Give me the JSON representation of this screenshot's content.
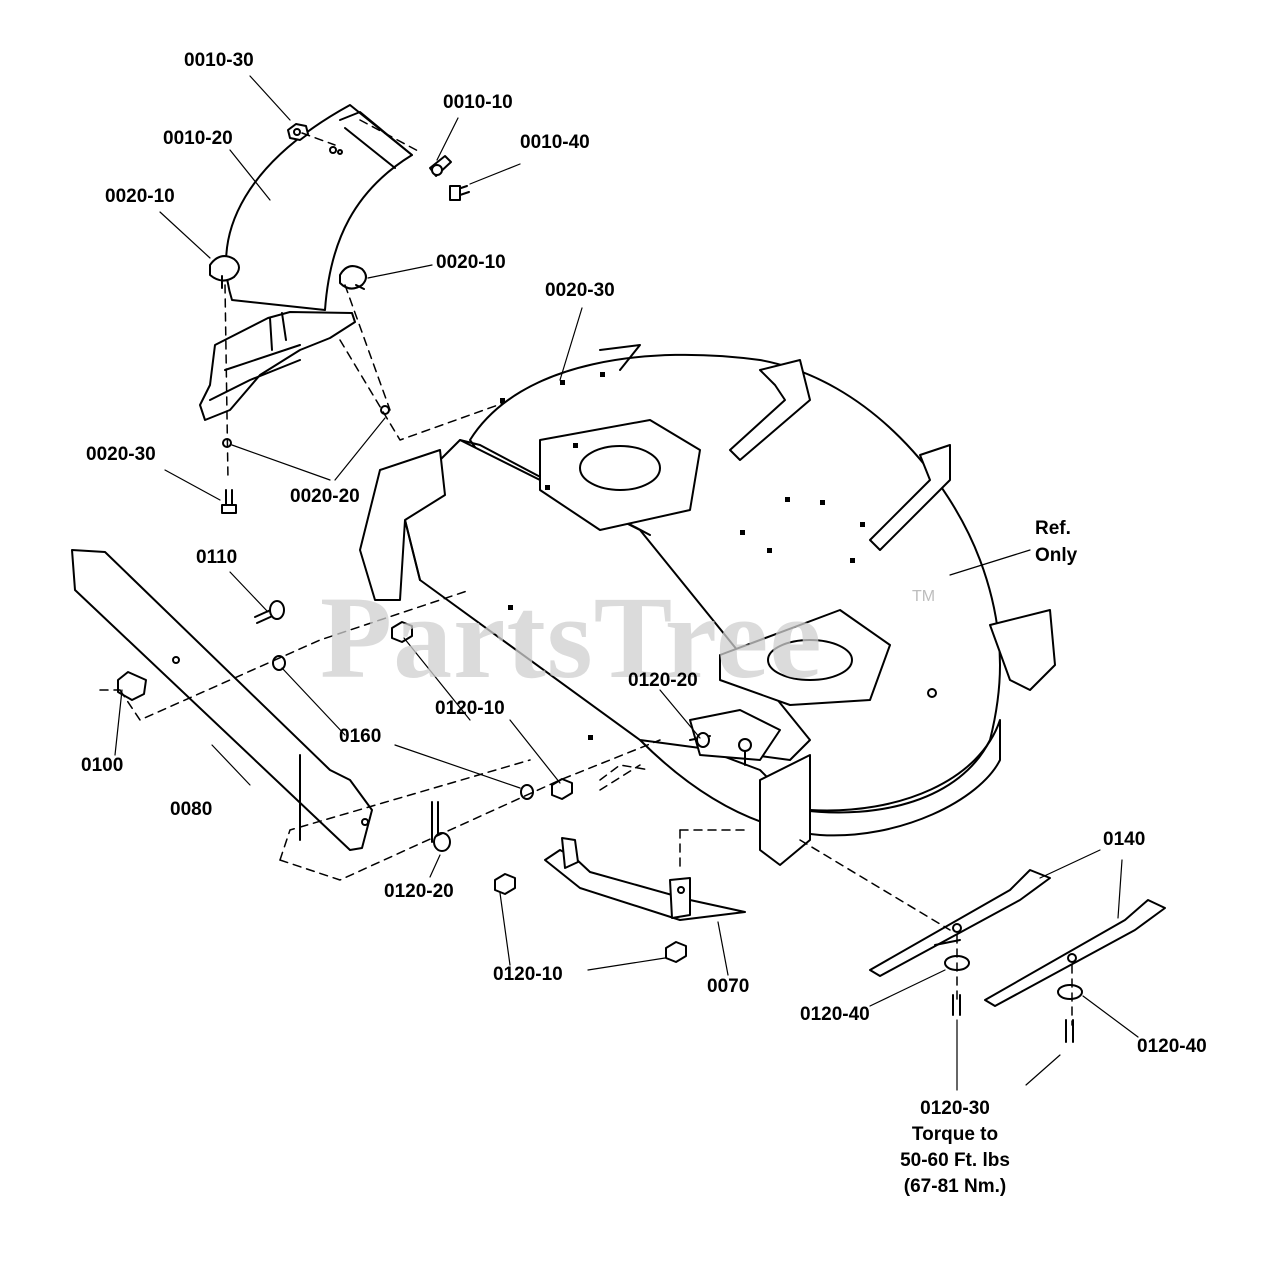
{
  "watermark": {
    "text": "PartsTree",
    "tm": "TM"
  },
  "labels": {
    "l0010_30": "0010-30",
    "l0010_10": "0010-10",
    "l0010_20": "0010-20",
    "l0010_40": "0010-40",
    "l0020_10a": "0020-10",
    "l0020_10b": "0020-10",
    "l0020_30a": "0020-30",
    "l0020_30b": "0020-30",
    "l0020_20": "0020-20",
    "ref_only": [
      "Ref.",
      "Only"
    ],
    "l0110": "0110",
    "l0100": "0100",
    "l0080": "0080",
    "l0160": "0160",
    "l0120_10a": "0120-10",
    "l0120_20a": "0120-20",
    "l0120_20b": "0120-20",
    "l0120_10b": "0120-10",
    "l0070": "0070",
    "l0140": "0140",
    "l0120_40a": "0120-40",
    "l0120_40b": "0120-40",
    "torque_note": [
      "0120-30",
      "Torque to",
      "50-60 Ft. lbs",
      "(67-81 Nm.)"
    ]
  }
}
